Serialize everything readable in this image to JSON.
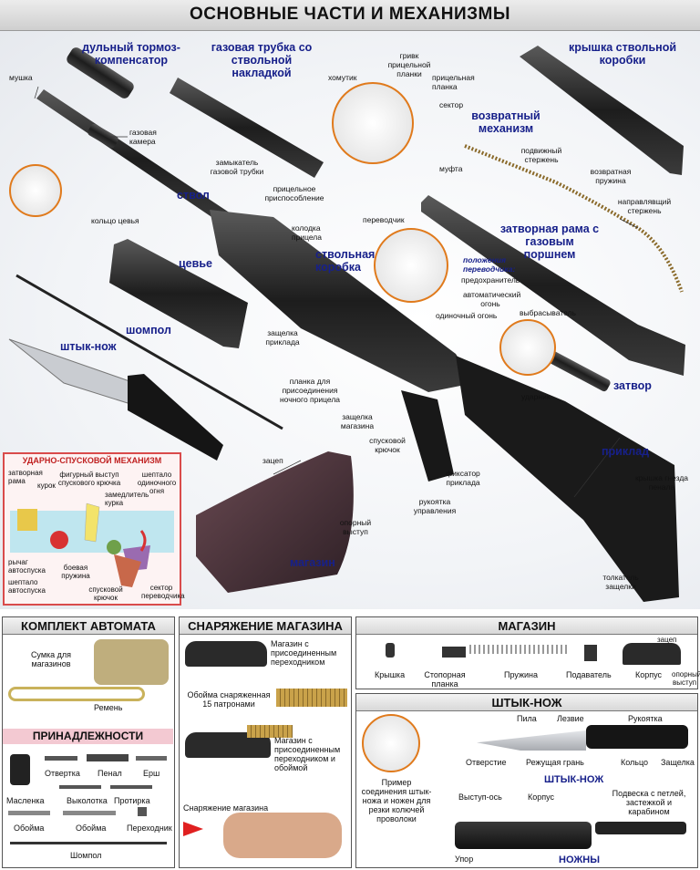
{
  "title": "ОСНОВНЫЕ ЧАСТИ И МЕХАНИЗМЫ",
  "parts": {
    "muzzle_brake": "дульный тормоз-компенсатор",
    "gas_tube": "газовая трубка со ствольной накладкой",
    "receiver_cover": "крышка ствольной коробки",
    "return_mechanism": "возвратный механизм",
    "barrel": "ствол",
    "handguard": "цевье",
    "receiver": "ствольная коробка",
    "bolt_carrier": "затворная рама с газовым поршнем",
    "cleaning_rod": "шомпол",
    "bayonet": "штык-нож",
    "bolt": "затвор",
    "stock": "приклад",
    "magazine": "магазин"
  },
  "labels": {
    "front_sight": "мушка",
    "gas_chamber": "газовая камера",
    "handguard_ring": "кольцо цевья",
    "clamp": "хомутик",
    "sight_leaf_mane": "гривк прицельной планки",
    "sight_leaf": "прицельная планка",
    "sector": "сектор",
    "gas_tube_lock": "замыкатель газовой трубки",
    "rear_sight": "прицельное приспособление",
    "sight_block": "колодка прицела",
    "coupling": "муфта",
    "moving_rod": "подвижный стержень",
    "return_spring": "возвратная пружина",
    "guide_rod": "направлявщий стержень",
    "selector": "переводчик",
    "selector_positions": "положения переводчика:",
    "safety": "предохранитель",
    "auto_fire": "автоматический огонь",
    "single_fire": "одиночный огонь",
    "stock_latch": "защелка приклада",
    "mount_bar": "планка для присоединения ночного прицела",
    "mag_latch": "защелка магазина",
    "ejector": "выбрасыватель",
    "firing_pin": "ударник",
    "trigger": "спусковой крючок",
    "stock_lock": "фиксатор приклада",
    "grip": "рукоятка управления",
    "mag_catch": "зацеп",
    "support_lug": "опорный выступ",
    "trap_cover": "крышка гнезда пенала",
    "trap_pusher": "толкатель защелки"
  },
  "fire_mechanism": {
    "title": "УДАРНО-СПУСКОВОЙ МЕХАНИЗМ",
    "bolt_frame": "затворная рама",
    "hammer": "курок",
    "shaped_lug": "фигурный выступ спускового крючка",
    "hammer_retarder": "замедлитель курка",
    "single_sear": "шептало одиночного огня",
    "auto_lever": "рычаг автоспуска",
    "auto_sear": "шептало автоспуска",
    "mainspring": "боевая пружина",
    "trigger": "спусковой крючок",
    "selector_sector": "сектор переводчика"
  },
  "kit": {
    "title": "КОМПЛЕКТ АВТОМАТА",
    "pouch": "Сумка для магазинов",
    "sling": "Ремень",
    "accessories_title": "ПРИНАДЛЕЖНОСТИ",
    "screwdriver": "Отвертка",
    "case": "Пенал",
    "brush": "Ерш",
    "oiler": "Масленка",
    "punch": "Выколотка",
    "wiper": "Протирка",
    "clip1": "Обойма",
    "clip2": "Обойма",
    "adapter": "Переходник",
    "rod": "Шомпол"
  },
  "loading": {
    "title": "СНАРЯЖЕНИЕ МАГАЗИНА",
    "mag_adapter": "Магазин с присоединенным переходником",
    "clip_loaded": "Обойма снаряженная 15 патронами",
    "mag_adapter_clip": "Магазин с присоединенным переходником и обоймой",
    "loading": "Снаряжение магазина"
  },
  "magazine_panel": {
    "title": "МАГАЗИН",
    "cover": "Крышка",
    "stop_plate": "Стопорная планка",
    "spring": "Пружина",
    "follower": "Подаватель",
    "body": "Корпус",
    "catch": "зацеп",
    "lug": "опорный выступ"
  },
  "bayonet_panel": {
    "title": "ШТЫК-НОЖ",
    "saw": "Пила",
    "blade": "Лезвие",
    "handle": "Рукоятка",
    "hole": "Отверстие",
    "edge": "Режущая грань",
    "ring": "Кольцо",
    "latch": "Защелка",
    "subtitle": "ШТЫК-НОЖ",
    "wire_cut": "Пример соединения штык-ножа и ножен для резки колючей проволоки",
    "axis_lug": "Выступ-ось",
    "body": "Корпус",
    "hanger": "Подвеска с петлей, застежкой и карабином",
    "stop": "Упор",
    "sheath": "НОЖНЫ"
  }
}
